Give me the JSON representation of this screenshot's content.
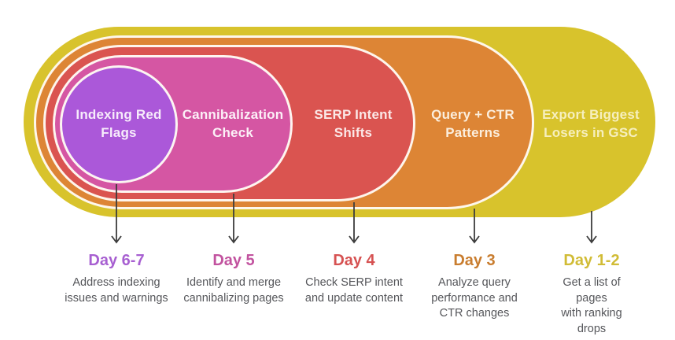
{
  "diagram": {
    "type": "nested-pill-timeline",
    "arrow_color": "#3c3c3c",
    "description_color": "#55565a",
    "ring_border_color": "#fffcf3",
    "stages": [
      {
        "title": "Indexing Red\nFlags",
        "day": "Day 6-7",
        "description": "Address indexing\nissues and warnings",
        "pill_color": "#ab58d9",
        "title_color": "#f7ecfb",
        "day_color": "#a75fd1"
      },
      {
        "title": "Cannibalization\nCheck",
        "day": "Day 5",
        "description": "Identify and merge\ncannibalizing pages",
        "pill_color": "#d556a3",
        "title_color": "#fcf0f7",
        "day_color": "#c2539f"
      },
      {
        "title": "SERP Intent\nShifts",
        "day": "Day 4",
        "description": "Check SERP intent\nand update content",
        "pill_color": "#da5450",
        "title_color": "#fbe8e7",
        "day_color": "#d65252"
      },
      {
        "title": "Query + CTR\nPatterns",
        "day": "Day 3",
        "description": "Analyze query\nperformance and\nCTR changes",
        "pill_color": "#dd8535",
        "title_color": "#fbeedd",
        "day_color": "#c97d2f"
      },
      {
        "title": "Export Biggest\nLosers in GSC",
        "day": "Day 1-2",
        "description": "Get a list of pages\nwith ranking drops",
        "pill_color": "#d8c32c",
        "title_color": "#f6efbe",
        "day_color": "#d1bc36"
      }
    ]
  }
}
